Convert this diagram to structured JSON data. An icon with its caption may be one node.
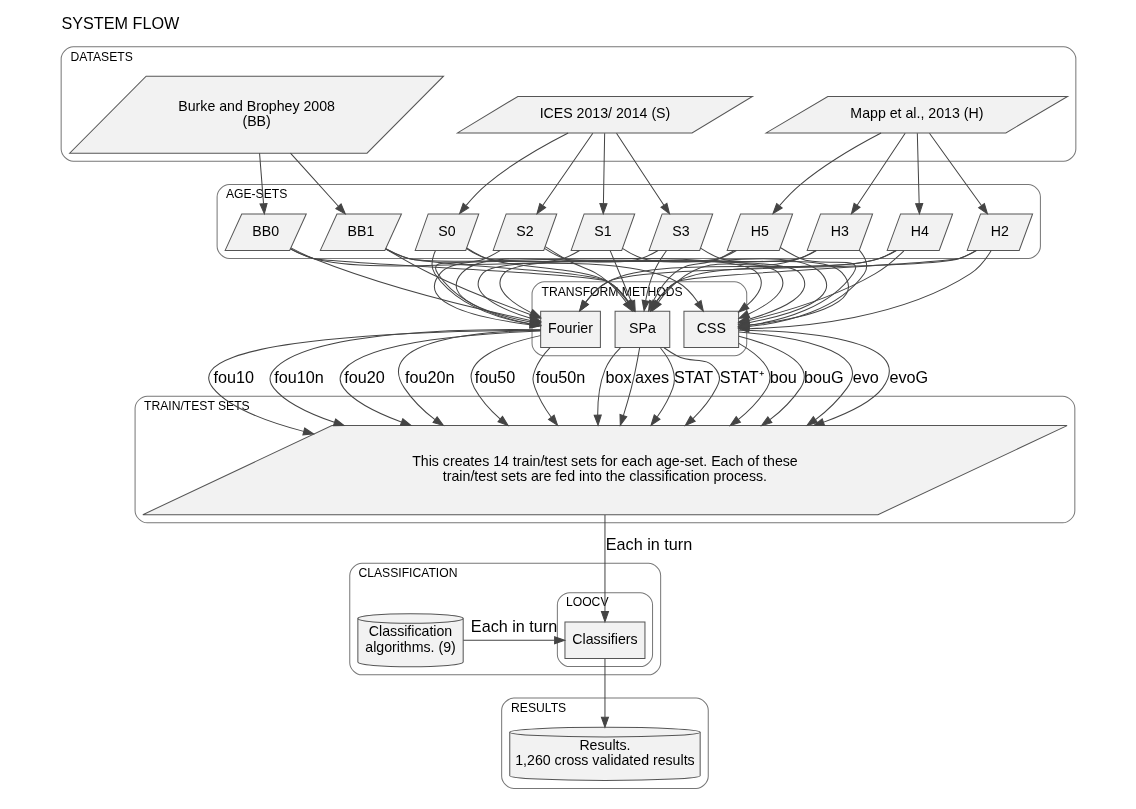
{
  "diagram": {
    "title": "SYSTEM FLOW",
    "nodes": [
      {
        "text": [
          "DATASETS"
        ]
      },
      {
        "text": [
          "Burke and Brophey 2008 (BB)"
        ],
        "in": 0
      },
      {
        "text": [
          "ICES 2013/ 2014 (S)"
        ],
        "in": 0
      },
      {
        "text": [
          "Mapp et al., 2013 (H)"
        ],
        "in": 0
      },
      {
        "text": [
          "AGE-SETS"
        ]
      },
      {
        "text": [
          "BB0"
        ],
        "in": 4
      },
      {
        "text": [
          "BB1"
        ],
        "in": 4
      },
      {
        "text": [
          "S0"
        ],
        "in": 4
      },
      {
        "text": [
          "S1"
        ],
        "in": 4
      },
      {
        "text": [
          "S2"
        ],
        "in": 4
      },
      {
        "text": [
          "S3"
        ],
        "in": 4
      },
      {
        "text": [
          "H2"
        ],
        "in": 4
      },
      {
        "text": [
          "H3"
        ],
        "in": 4
      },
      {
        "text": [
          "H4"
        ],
        "in": 4
      },
      {
        "text": [
          "H5"
        ],
        "in": 4
      },
      {
        "text": [
          "TRANSFORM METHODS"
        ]
      },
      {
        "text": [
          "CSS"
        ],
        "in": 15
      },
      {
        "text": [
          "Fourier"
        ],
        "in": 15
      },
      {
        "text": [
          "SPa"
        ],
        "in": 15
      },
      {
        "text": [
          "TRAIN/TEST SETS"
        ]
      },
      {
        "text": [
          "This creates 14 train/test sets for each age-set. Each of these train/test sets are fed into the classification process."
        ],
        "in": 19
      },
      {
        "text": [
          "CLASSIFICATION"
        ]
      },
      {
        "text": [
          "LOOCV"
        ],
        "in": 21
      },
      {
        "text": [
          "Classifiers"
        ],
        "in": 22
      },
      {
        "text": [
          "Classification algorithms. (9)"
        ],
        "in": 21
      },
      {
        "text": [
          "RESULTS"
        ]
      },
      {
        "text": [
          "Results.",
          "1,260 cross validated results"
        ],
        "in": 25
      }
    ],
    "edges": [
      {
        "from": 1,
        "to": 5,
        "arrow": "to"
      },
      {
        "from": 1,
        "to": 6,
        "arrow": "to"
      },
      {
        "from": 2,
        "to": 7,
        "arrow": "to"
      },
      {
        "from": 2,
        "to": 8,
        "arrow": "to"
      },
      {
        "from": 2,
        "to": 9,
        "arrow": "to"
      },
      {
        "from": 2,
        "to": 10,
        "arrow": "to"
      },
      {
        "from": 3,
        "to": 11,
        "arrow": "to"
      },
      {
        "from": 3,
        "to": 12,
        "arrow": "to"
      },
      {
        "from": 3,
        "to": 13,
        "arrow": "to"
      },
      {
        "from": 3,
        "to": 14,
        "arrow": "to"
      },
      {
        "from": 5,
        "to": 16,
        "arrow": "to"
      },
      {
        "from": 6,
        "to": 16,
        "arrow": "to"
      },
      {
        "from": 7,
        "to": 16,
        "arrow": "to"
      },
      {
        "from": 8,
        "to": 16,
        "arrow": "to"
      },
      {
        "from": 9,
        "to": 16,
        "arrow": "to"
      },
      {
        "from": 10,
        "to": 16,
        "arrow": "to"
      },
      {
        "from": 11,
        "to": 16,
        "arrow": "to"
      },
      {
        "from": 12,
        "to": 16,
        "arrow": "to"
      },
      {
        "from": 13,
        "to": 16,
        "arrow": "to"
      },
      {
        "from": 14,
        "to": 16,
        "arrow": "to"
      },
      {
        "from": 5,
        "to": 17,
        "arrow": "to"
      },
      {
        "from": 6,
        "to": 17,
        "arrow": "to"
      },
      {
        "from": 7,
        "to": 17,
        "arrow": "to"
      },
      {
        "from": 8,
        "to": 17,
        "arrow": "to"
      },
      {
        "from": 9,
        "to": 17,
        "arrow": "to"
      },
      {
        "from": 10,
        "to": 17,
        "arrow": "to"
      },
      {
        "from": 11,
        "to": 17,
        "arrow": "to"
      },
      {
        "from": 12,
        "to": 17,
        "arrow": "to"
      },
      {
        "from": 13,
        "to": 17,
        "arrow": "to"
      },
      {
        "from": 14,
        "to": 17,
        "arrow": "to"
      },
      {
        "from": 5,
        "to": 18,
        "arrow": "to"
      },
      {
        "from": 6,
        "to": 18,
        "arrow": "to"
      },
      {
        "from": 7,
        "to": 18,
        "arrow": "to"
      },
      {
        "from": 8,
        "to": 18,
        "arrow": "to"
      },
      {
        "from": 9,
        "to": 18,
        "arrow": "to"
      },
      {
        "from": 10,
        "to": 18,
        "arrow": "to"
      },
      {
        "from": 11,
        "to": 18,
        "arrow": "to"
      },
      {
        "from": 12,
        "to": 18,
        "arrow": "to"
      },
      {
        "from": 13,
        "to": 18,
        "arrow": "to"
      },
      {
        "from": 14,
        "to": 18,
        "arrow": "to"
      },
      {
        "from": 16,
        "to": 20,
        "arrow": "to",
        "label": "bou"
      },
      {
        "from": 16,
        "to": 20,
        "arrow": "to",
        "label": "bouG"
      },
      {
        "from": 16,
        "to": 20,
        "arrow": "to",
        "label": "evo"
      },
      {
        "from": 16,
        "to": 20,
        "arrow": "to",
        "label": "evoG"
      },
      {
        "from": 17,
        "to": 20,
        "arrow": "to",
        "label": "fou10"
      },
      {
        "from": 17,
        "to": 20,
        "arrow": "to",
        "label": "fou10n"
      },
      {
        "from": 17,
        "to": 20,
        "arrow": "to",
        "label": "fou20"
      },
      {
        "from": 17,
        "to": 20,
        "arrow": "to",
        "label": "fou20n"
      },
      {
        "from": 17,
        "to": 20,
        "arrow": "to",
        "label": "fou50"
      },
      {
        "from": 17,
        "to": 20,
        "arrow": "to",
        "label": "fou50n"
      },
      {
        "from": 18,
        "to": 20,
        "arrow": "to",
        "label": "box"
      },
      {
        "from": 18,
        "to": 20,
        "arrow": "to",
        "label": "axes"
      },
      {
        "from": 18,
        "to": 20,
        "arrow": "to",
        "label": "STAT"
      },
      {
        "from": 18,
        "to": 20,
        "arrow": "to",
        "label": "STAT⁺"
      },
      {
        "from": 20,
        "to": 23,
        "arrow": "to",
        "label": "Each in turn"
      },
      {
        "from": 24,
        "to": 23,
        "arrow": "to",
        "label": "Each in turn"
      },
      {
        "from": 23,
        "to": 26,
        "arrow": "to"
      }
    ]
  }
}
